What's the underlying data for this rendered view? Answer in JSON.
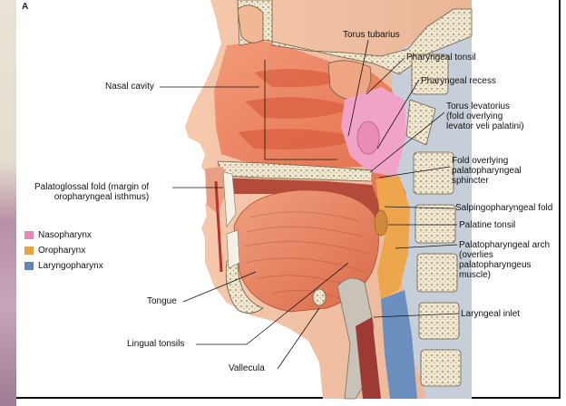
{
  "figure_letter": "A",
  "legend": [
    {
      "label": "Nasopharynx",
      "color": "#e58ab8"
    },
    {
      "label": "Oropharynx",
      "color": "#e8a143"
    },
    {
      "label": "Laryngopharynx",
      "color": "#5f86b5"
    }
  ],
  "labels": {
    "torus_tubarius": "Torus tubarius",
    "pharyngeal_tonsil": "Pharyngeal tonsil",
    "pharyngeal_recess": "Pharyngeal recess",
    "torus_levatorius": "Torus levatorius\n(fold overlying\nlevator veli palatini)",
    "nasal_cavity": "Nasal cavity",
    "fold_overlying": "Fold overlying\npalatopharyngeal\nsphincter",
    "palatoglossal_fold": "Palatoglossal fold (margin of\noropharyngeal isthmus)",
    "salpingopharyngeal_fold": "Salpingopharyngeal fold",
    "palatine_tonsil": "Palatine tonsil",
    "palatopharyngeal_arch": "Palatopharyngeal arch\n(overlies\npalatopharyngeus\nmuscle)",
    "laryngeal_inlet": "Laryngeal inlet",
    "tongue": "Tongue",
    "lingual_tonsils": "Lingual tonsils",
    "vallecula": "Vallecula"
  }
}
